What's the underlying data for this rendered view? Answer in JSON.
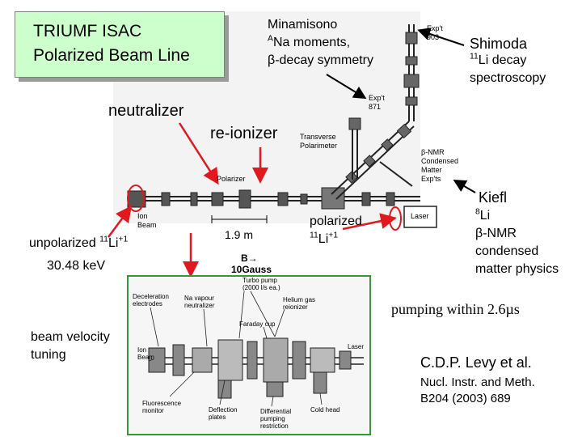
{
  "title": {
    "line1": "TRIUMF ISAC",
    "line2": "Polarized Beam Line"
  },
  "groups": {
    "minamisono": {
      "name": "Minamisono",
      "line1_sup": "A",
      "line1_rest": "Na moments,",
      "line2": "β-decay symmetry"
    },
    "shimoda": {
      "name": "Shimoda",
      "line1_sup": "11",
      "line1_rest": "Li decay",
      "line2": "spectroscopy"
    },
    "kiefl": {
      "name": "Kiefl",
      "line1_sup": "8",
      "line1_rest": "Li",
      "line2": "β-NMR",
      "line3": "condensed",
      "line4": "matter physics"
    }
  },
  "labels": {
    "neutralizer": "neutralizer",
    "reionizer": "re-ionizer",
    "unpolarized_prefix": "unpolarized ",
    "unpolarized_iso": "11",
    "unpolarized_el": "Li",
    "unpolarized_charge": "+1",
    "energy": "30.48 keV",
    "polarized": "polarized",
    "polarized_iso": "11",
    "polarized_el": "Li",
    "polarized_charge": "+1",
    "distance": "1.9 m",
    "field_line1": "B→",
    "field_line2": "10Gauss",
    "pumping": "pumping within 2.6µs",
    "velocity_line1": "beam velocity",
    "velocity_line2": "tuning",
    "author": "C.D.P. Levy et al.",
    "ref_line1": "Nucl. Instr. and Meth.",
    "ref_line2": "B204 (2003) 689"
  },
  "figure_labels": {
    "exp903_line1": "Exp't",
    "exp903_line2": "903",
    "exp871_line1": "Exp't",
    "exp871_line2": "871",
    "tp_line1": "Transverse",
    "tp_line2": "Polarimeter",
    "bnmr_line1": "β-NMR",
    "bnmr_line2": "Condensed",
    "bnmr_line3": "Matter",
    "bnmr_line4": "Exp'ts",
    "polarizer": "Polarizer",
    "ion_beam_line1": "Ion",
    "ion_beam_line2": "Beam",
    "laser": "Laser"
  },
  "inset_labels": {
    "deceleration_line1": "Deceleration",
    "deceleration_line2": "electrodes",
    "navapour_line1": "Na vapour",
    "navapour_line2": "neutralizer",
    "turbo_line1": "Turbo pump",
    "turbo_line2": "(2000 l/s ea.)",
    "helium_line1": "Helium gas",
    "helium_line2": "reionizer",
    "faraday": "Faraday cup",
    "ion_beam_line1": "Ion",
    "ion_beam_line2": "Beam",
    "laser": "Laser",
    "fluorescence_line1": "Fluorescence",
    "fluorescence_line2": "monitor",
    "deflection_line1": "Deflection",
    "deflection_line2": "plates",
    "differential_line1": "Differential",
    "differential_line2": "pumping",
    "differential_line3": "restriction",
    "coldhead": "Cold head"
  },
  "colors": {
    "title_bg": "#ccffcc",
    "arrow": "#e0191e",
    "inset_border": "#339933",
    "black_arrow": "#000000"
  }
}
